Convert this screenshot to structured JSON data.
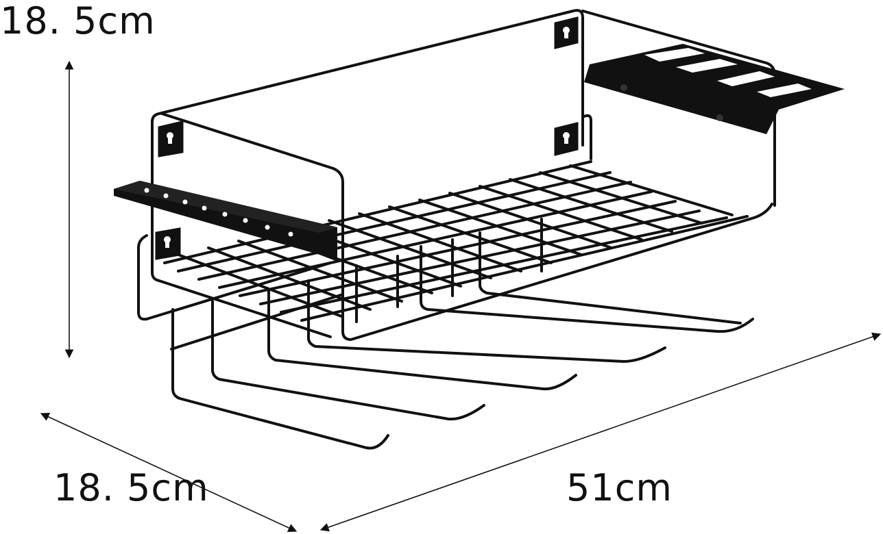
{
  "product": {
    "name": "wall-mounted-power-tool-rack-icon",
    "colors": {
      "metal": "#111111",
      "background": "#ffffff",
      "plate_slot": "#ffffff"
    }
  },
  "dimensions": {
    "height_label": "18. 5cm",
    "depth_label": "18. 5cm",
    "width_label": "51cm"
  }
}
